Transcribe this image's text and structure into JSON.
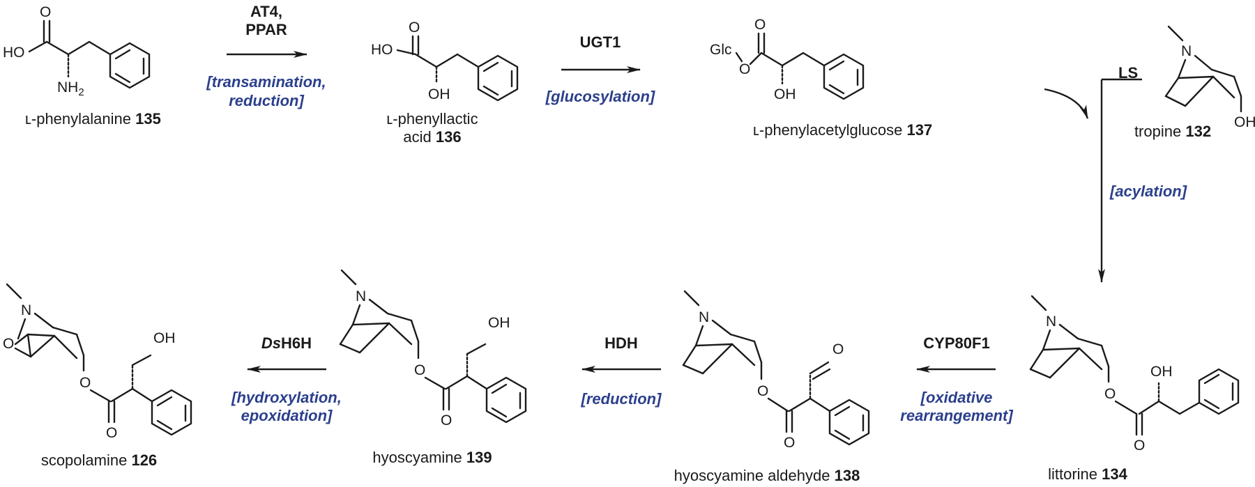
{
  "colors": {
    "process_text": "#2b3f8c",
    "ink": "#1a1a1a"
  },
  "compounds": {
    "c135": {
      "name": "ʟ-phenylalanine",
      "number": "135"
    },
    "c136": {
      "name_line1": "ʟ-phenyllactic",
      "name_line2": "acid",
      "number": "136"
    },
    "c137": {
      "name": "ʟ-phenylacetylglucose",
      "number": "137"
    },
    "c132": {
      "name": "tropine",
      "number": "132"
    },
    "c134": {
      "name": "littorine",
      "number": "134"
    },
    "c138": {
      "name": "hyoscyamine aldehyde",
      "number": "138"
    },
    "c139": {
      "name": "hyoscyamine",
      "number": "139"
    },
    "c126": {
      "name": "scopolamine",
      "number": "126"
    }
  },
  "steps": {
    "s1": {
      "enzyme_line1": "AT4,",
      "enzyme_line2": "PPAR",
      "process_line1": "[transamination,",
      "process_line2": "reduction]"
    },
    "s2": {
      "enzyme": "UGT1",
      "process": "[glucosylation]"
    },
    "s3": {
      "enzyme": "LS",
      "process": "[acylation]"
    },
    "s4": {
      "enzyme": "CYP80F1",
      "process_line1": "[oxidative",
      "process_line2": "rearrangement]"
    },
    "s5": {
      "enzyme": "HDH",
      "process": "[reduction]"
    },
    "s6": {
      "enzyme_italic": "Ds",
      "enzyme_rest": "H6H",
      "process_line1": "[hydroxylation,",
      "process_line2": "epoxidation]"
    }
  },
  "atoms": {
    "O": "O",
    "HO": "HO",
    "OH": "OH",
    "NH2": "NH",
    "sub2": "2",
    "N": "N",
    "Glc": "Glc"
  }
}
